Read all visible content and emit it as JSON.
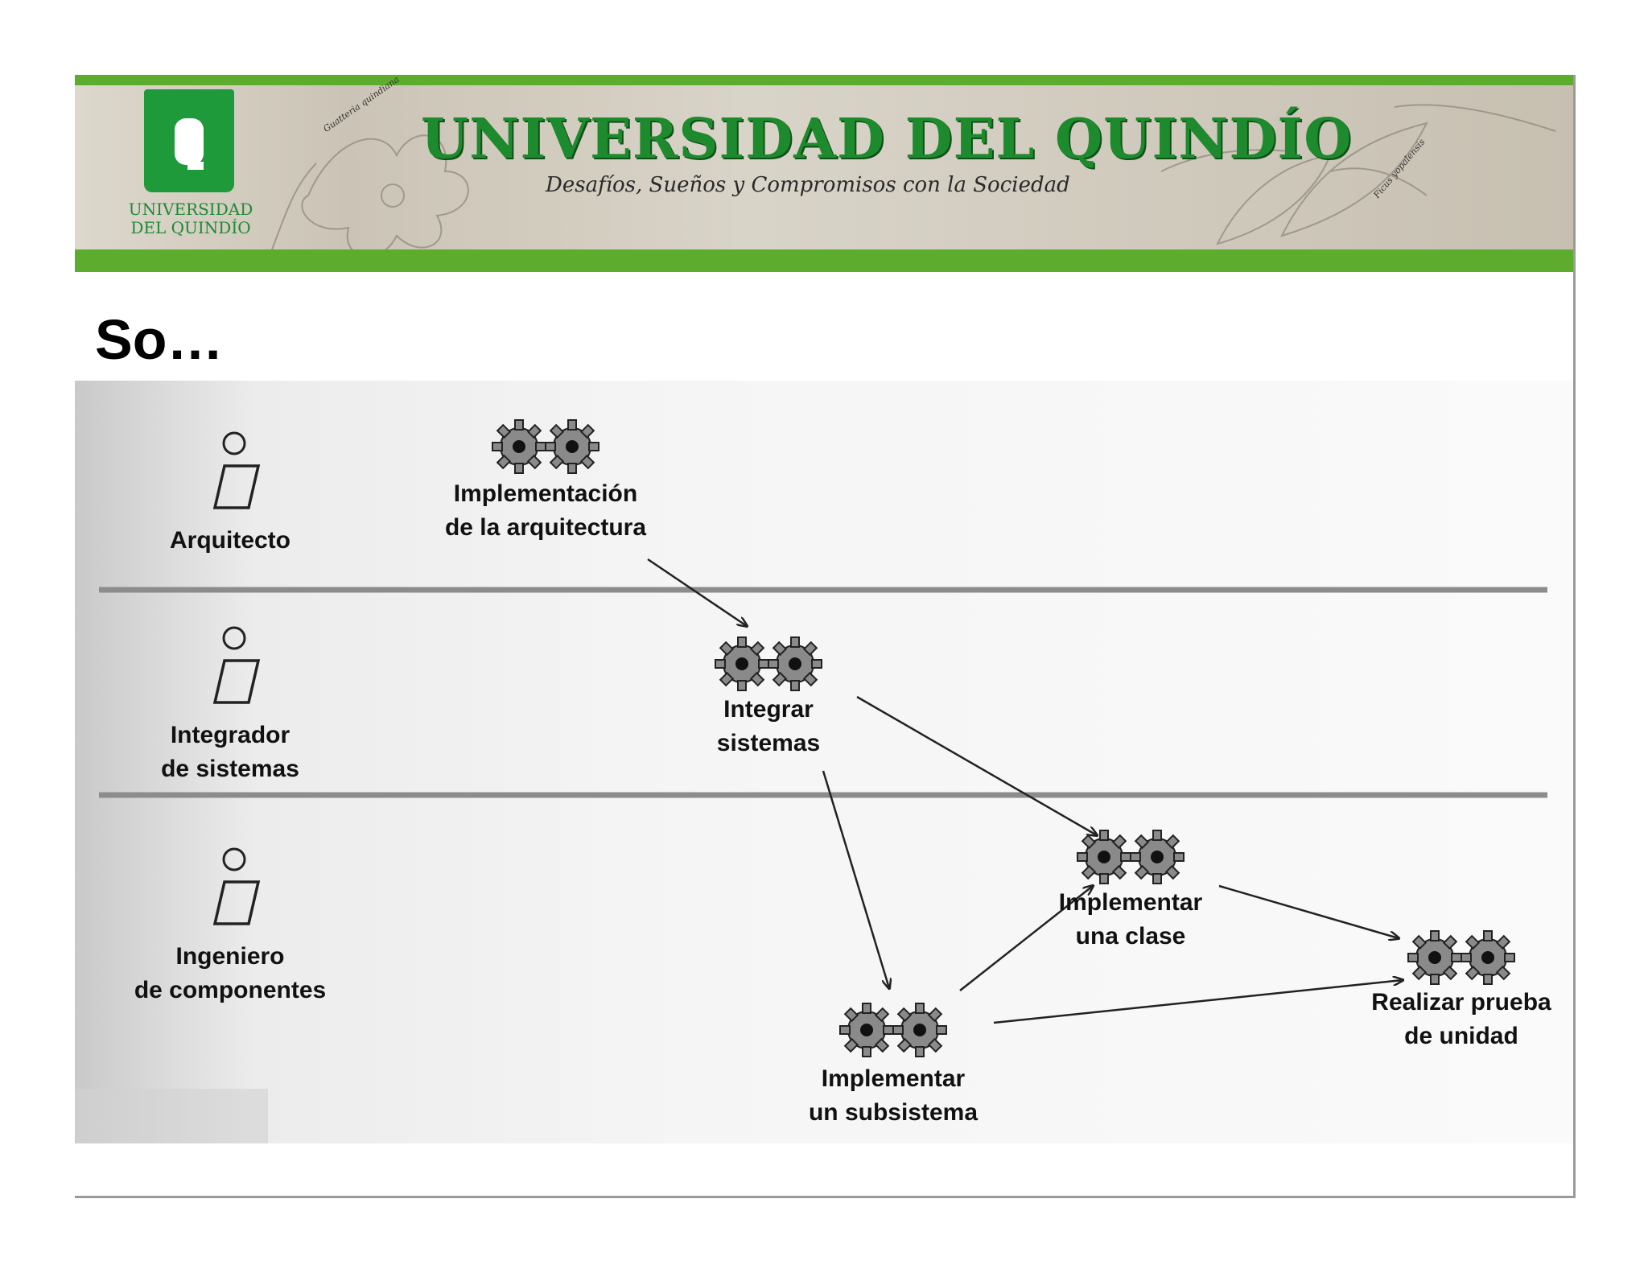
{
  "banner": {
    "logo_text": "UNIVERSIDAD DEL QUINDÍO",
    "title": "UNIVERSIDAD DEL QUINDÍO",
    "subtitle": "Desafíos, Sueños y Compromisos con la Sociedad",
    "plant_label_left": "Guatteria quindiana",
    "plant_label_right": "Ficus yopalensis",
    "accent_color": "#5dac2e",
    "title_color": "#1e8a2e"
  },
  "slide": {
    "heading": "So…"
  },
  "diagram": {
    "lanes": [
      {
        "id": "arquitecto",
        "worker_name": "Arquitecto"
      },
      {
        "id": "integrador",
        "worker_name": "Integrador\nde sistemas"
      },
      {
        "id": "ingeniero",
        "worker_name": "Ingeniero\nde componentes"
      }
    ],
    "activities": [
      {
        "id": "impl-arq",
        "label": "Implementación\nde la arquitectura"
      },
      {
        "id": "integrar",
        "label": "Integrar\nsistemas"
      },
      {
        "id": "impl-clase",
        "label": "Implementar\nuna clase"
      },
      {
        "id": "impl-subsis",
        "label": "Implementar\nun subsistema"
      },
      {
        "id": "prueba",
        "label": "Realizar prueba\nde unidad"
      }
    ],
    "flows": [
      {
        "from": "impl-arq",
        "to": "integrar"
      },
      {
        "from": "integrar",
        "to": "impl-clase"
      },
      {
        "from": "integrar",
        "to": "impl-subsis"
      },
      {
        "from": "impl-subsis",
        "to": "impl-clase"
      },
      {
        "from": "impl-clase",
        "to": "prueba"
      },
      {
        "from": "impl-subsis",
        "to": "prueba"
      }
    ]
  }
}
